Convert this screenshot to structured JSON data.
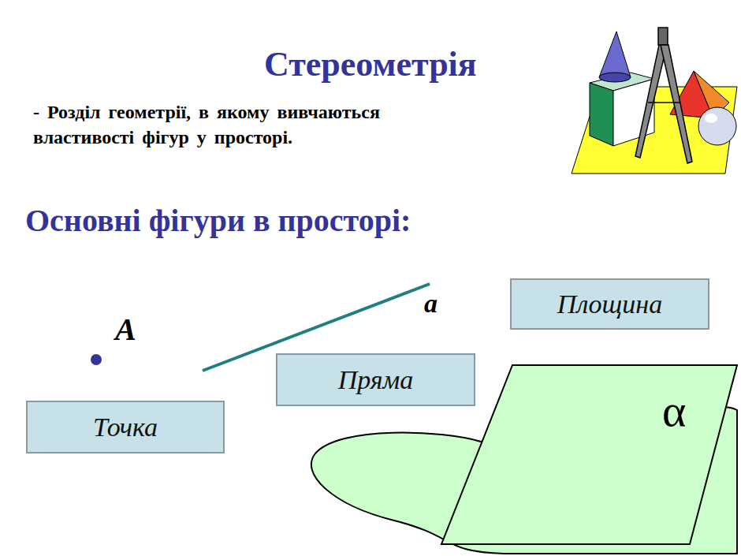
{
  "diagram": {
    "title": "Стереометрія",
    "nodes": [
      {
        "text": [
          "Площина"
        ]
      },
      {
        "text": [
          "Пряма"
        ]
      },
      {
        "text": [
          "Точка"
        ]
      }
    ],
    "labels": [
      "- Розділ геометрії, в якому вивчаються властивості фігур у просторі.",
      "Основні фігури в просторі:",
      "A",
      "a",
      "α"
    ]
  }
}
